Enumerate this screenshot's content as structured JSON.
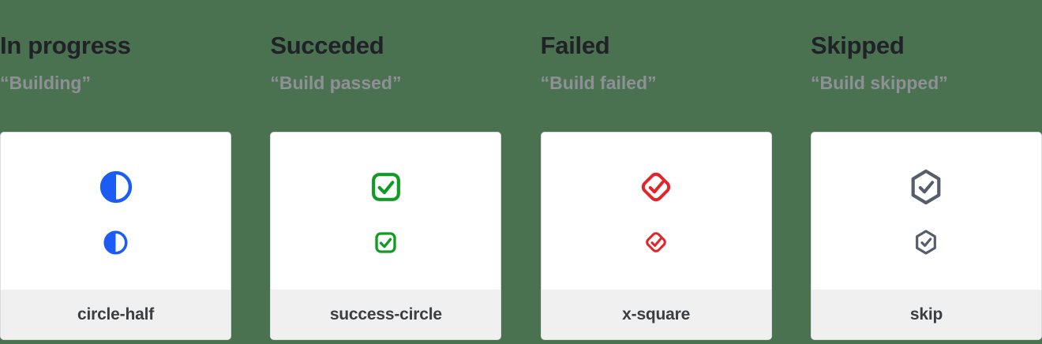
{
  "colors": {
    "background": "#4a7251",
    "card": "#ffffff",
    "border": "#dcdcdd",
    "footer": "#f0f0f1",
    "heading": "#202227",
    "subtitle": "#8f9095",
    "label": "#3a3d42",
    "blue": "#1a5cf4",
    "green": "#0f9c23",
    "red": "#e32529",
    "slate": "#575e6b"
  },
  "columns": [
    {
      "title": "In progress",
      "subtitle": "“Building”",
      "label": "circle-half",
      "icon": "circle-half-icon"
    },
    {
      "title": "Succeded",
      "subtitle": "“Build passed”",
      "label": "success-circle",
      "icon": "success-circle-icon"
    },
    {
      "title": "Failed",
      "subtitle": "“Build failed”",
      "label": "x-square",
      "icon": "x-square-icon"
    },
    {
      "title": "Skipped",
      "subtitle": "“Build skipped”",
      "label": "skip",
      "icon": "skip-icon"
    }
  ]
}
